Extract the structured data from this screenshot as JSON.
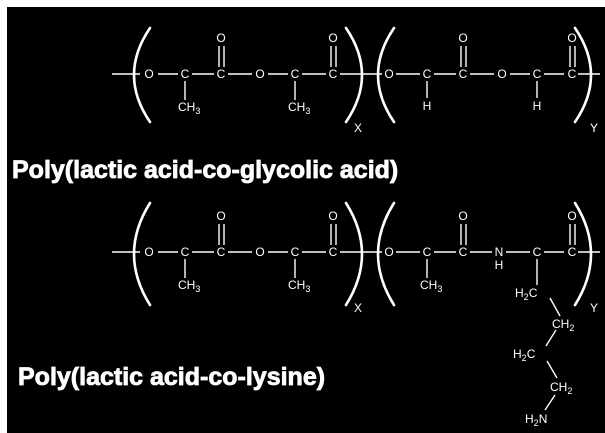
{
  "title_plga": "Poly(lactic acid-co-glycolic acid)",
  "title_plys": "Poly(lactic acid-co-lysine)",
  "colors": {
    "background": "#000000",
    "foreground": "#ffffff",
    "frame": "#ffffff"
  },
  "atoms": {
    "O": "O",
    "C": "C",
    "CH": "CH",
    "H": "H",
    "N": "N",
    "NH_H": "H",
    "H2C_H": "H",
    "H2C_C": "C",
    "CH2_C": "C",
    "CH2_H": "H",
    "H2N_H": "H",
    "H2N_N": "N"
  },
  "subscripts": {
    "three": "3",
    "two": "2",
    "x": "X",
    "y": "Y"
  }
}
